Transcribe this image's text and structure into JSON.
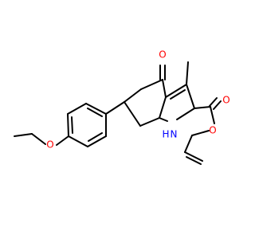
{
  "molecule": {
    "atoms": {
      "ketone_oxygen": "O",
      "ester_oxygen_carbonyl": "O",
      "ester_oxygen_ether": "O",
      "ether_oxygen": "O",
      "pyrrole_nitrogen": "N",
      "pyrrole_hydrogen": "H"
    },
    "colors": {
      "oxygen": "#ff0000",
      "nitrogen": "#0000ff",
      "bond": "#000000"
    }
  }
}
